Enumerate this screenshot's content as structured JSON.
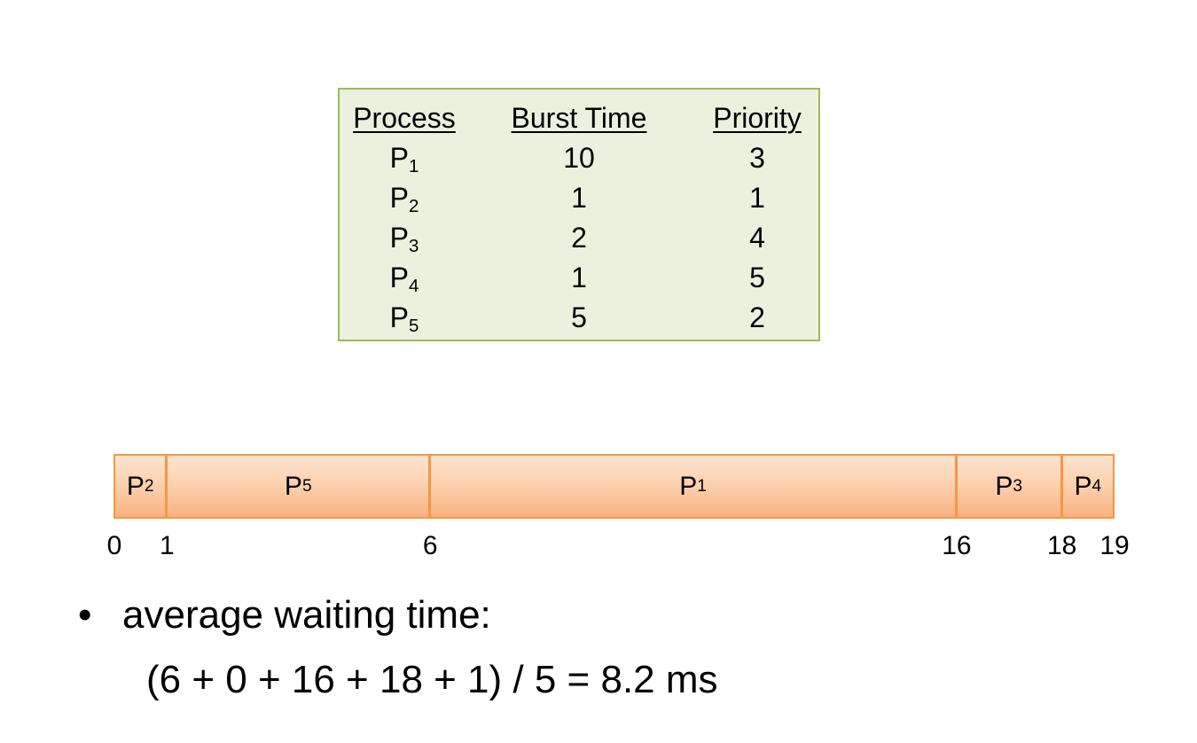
{
  "table": {
    "headers": [
      "Process",
      "Burst Time",
      "Priority"
    ],
    "rows": [
      {
        "base": "P",
        "sub": "1",
        "burst": "10",
        "priority": "3"
      },
      {
        "base": "P",
        "sub": "2",
        "burst": "1",
        "priority": "1"
      },
      {
        "base": "P",
        "sub": "3",
        "burst": "2",
        "priority": "4"
      },
      {
        "base": "P",
        "sub": "4",
        "burst": "1",
        "priority": "5"
      },
      {
        "base": "P",
        "sub": "5",
        "burst": "5",
        "priority": "2"
      }
    ]
  },
  "gantt": {
    "segments": [
      {
        "base": "P",
        "sub": "2",
        "start": 0,
        "end": 1
      },
      {
        "base": "P",
        "sub": "5",
        "start": 1,
        "end": 6
      },
      {
        "base": "P",
        "sub": "1",
        "start": 6,
        "end": 16
      },
      {
        "base": "P",
        "sub": "3",
        "start": 16,
        "end": 18
      },
      {
        "base": "P",
        "sub": "4",
        "start": 18,
        "end": 19
      }
    ],
    "ticks": [
      "0",
      "1",
      "6",
      "16",
      "18",
      "19"
    ]
  },
  "summary": {
    "bullet": "•",
    "label": "average waiting time:",
    "formula": "(6 + 0 + 16 + 18 + 1) / 5 = 8.2 ms"
  },
  "colors": {
    "table_bg": "#ebf1de",
    "table_border": "#9bbb59",
    "gantt_border": "#f79646",
    "gantt_fill": "#fbcda9"
  }
}
